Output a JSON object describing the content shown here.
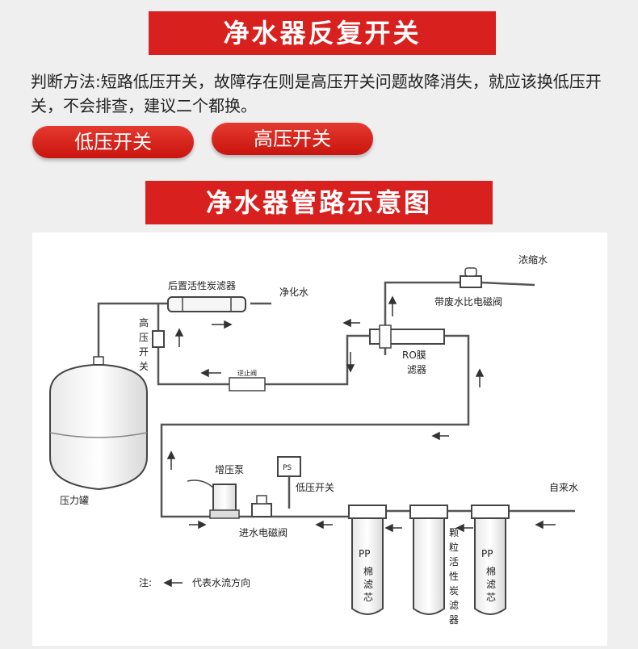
{
  "heading_top": "净水器反复开关",
  "description": "判断方法:短路低压开关，故障存在则是高压开关问题故降消失，就应该换低压开关，不会排查，建议二个都换。",
  "buttons": {
    "low_pressure": "低压开关",
    "high_pressure": "高压开关"
  },
  "heading_diagram": "净水器管路示意图",
  "diagram": {
    "concentrate_water": "浓缩水",
    "post_carbon_filter": "后置活性炭滤器",
    "purified_water": "净化水",
    "waste_ratio_valve": "带废水比电磁阀",
    "high_pressure_switch": [
      "高",
      "压",
      "开",
      "关"
    ],
    "ro_membrane": "RO膜",
    "ro_membrane_filter": "滤器",
    "check_valve": "逆止阀",
    "pressure_tank": "压力罐",
    "booster_pump": "增压泵",
    "ps": "PS",
    "low_pressure_switch": "低压开关",
    "tap_water": "自来水",
    "inlet_solenoid_valve": "进水电磁阀",
    "pp_label": "PP",
    "pp_filter_text": [
      "棉",
      "滤",
      "芯"
    ],
    "carbon_filter_text": [
      "颗",
      "粒",
      "活",
      "性",
      "炭",
      "滤",
      "器"
    ],
    "note": "注:",
    "note_legend": "代表水流方向"
  }
}
